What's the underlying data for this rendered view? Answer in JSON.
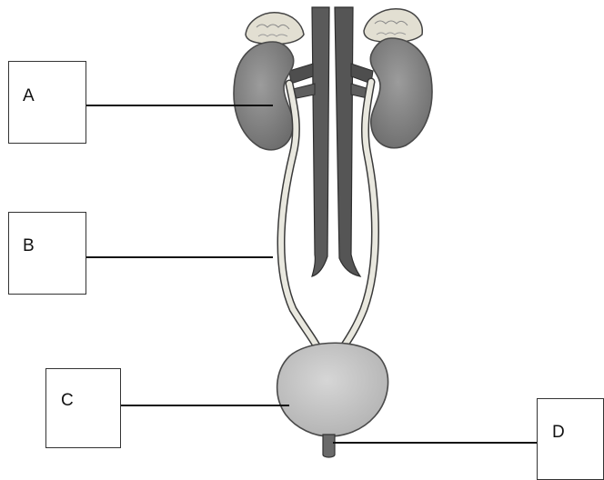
{
  "labels": {
    "a": "A",
    "b": "B",
    "c": "C",
    "d": "D"
  },
  "colors": {
    "kidney": "#8a8a8a",
    "kidney_edge": "#4a4a4a",
    "adrenal": "#e2dfd2",
    "vessel": "#5a5a5a",
    "ureter": "#e9e8df",
    "bladder": "#c9c9c9",
    "leader_line": "#111111"
  }
}
